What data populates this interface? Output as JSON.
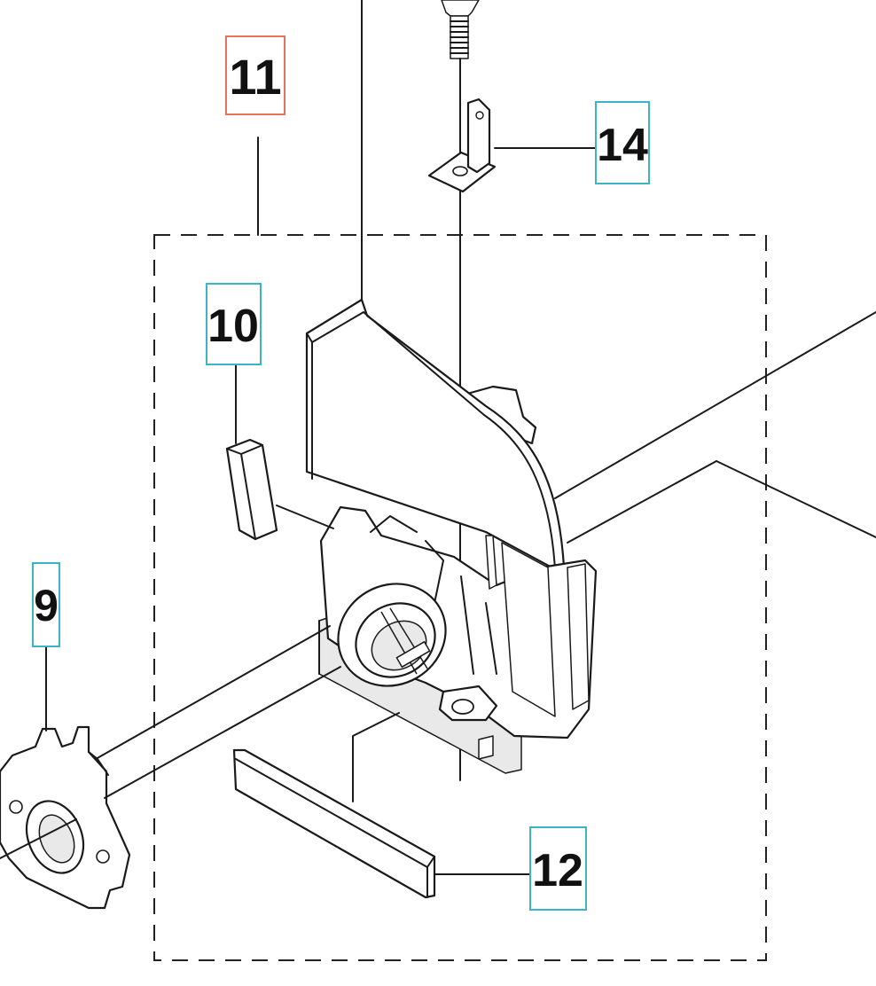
{
  "callouts": [
    {
      "id": "c11",
      "label": "11",
      "color": "#e8735a"
    },
    {
      "id": "c14",
      "label": "14",
      "color": "#3bb4c6"
    },
    {
      "id": "c10",
      "label": "10",
      "color": "#3bb4c6"
    },
    {
      "id": "c9",
      "label": "9",
      "color": "#3bb4c6"
    },
    {
      "id": "c12",
      "label": "12",
      "color": "#3bb4c6"
    }
  ]
}
